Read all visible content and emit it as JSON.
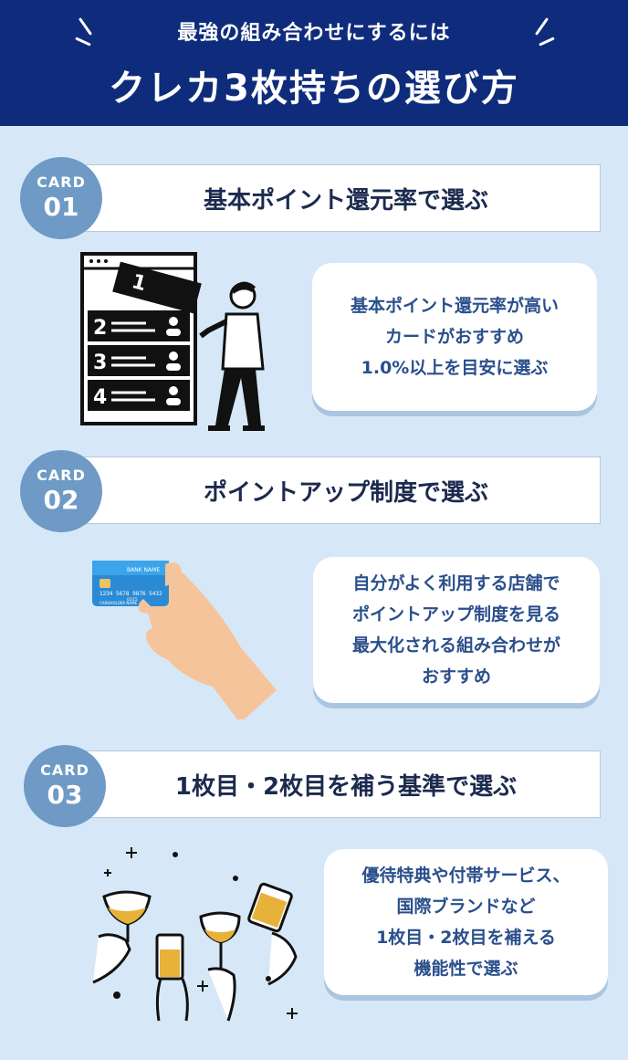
{
  "header": {
    "subtitle": "最強の組み合わせにするには",
    "title": "クレカ3枚持ちの選び方"
  },
  "sections": [
    {
      "badge_label": "CARD",
      "badge_number": "01",
      "title": "基本ポイント還元率で選ぶ",
      "lines": [
        "基本ポイント還元率が高い",
        "カードがおすすめ",
        "1.0%以上を目安に選ぶ"
      ],
      "illustration_labels": [
        "1",
        "2",
        "3",
        "4"
      ]
    },
    {
      "badge_label": "CARD",
      "badge_number": "02",
      "title": "ポイントアップ制度で選ぶ",
      "lines": [
        "自分がよく利用する店舗で",
        "ポイントアップ制度を見る",
        "最大化される組み合わせが",
        "おすすめ"
      ],
      "card_text": {
        "bank": "BANK NAME",
        "number": "1234 5678 9876 5432",
        "expiry": "02/15",
        "holder": "CARDHOLDER NAME"
      }
    },
    {
      "badge_label": "CARD",
      "badge_number": "03",
      "title": "1枚目・2枚目を補う基準で選ぶ",
      "lines": [
        "優待特典や付帯サービス、",
        "国際ブランドなど",
        "1枚目・2枚目を補える",
        "機能性で選ぶ"
      ]
    }
  ],
  "colors": {
    "header_bg": "#0f2c7c",
    "page_bg": "#d6e8f8",
    "badge_bg": "#6e9ac5",
    "text_dark": "#1b2a4e",
    "text_blue": "#2a4f8c"
  }
}
